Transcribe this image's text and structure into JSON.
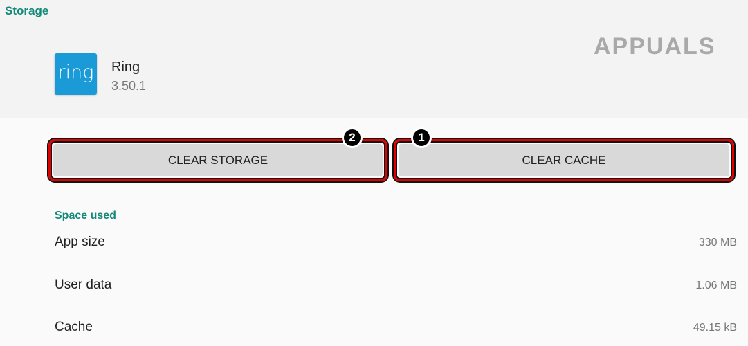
{
  "title": "Storage",
  "app": {
    "icon_text": "ring",
    "name": "Ring",
    "version": "3.50.1"
  },
  "watermark": "APPUALS",
  "buttons": [
    {
      "label": "CLEAR STORAGE",
      "badge": "2"
    },
    {
      "label": "CLEAR CACHE",
      "badge": "1"
    }
  ],
  "section": "Space used",
  "rows": [
    {
      "label": "App size",
      "value": "330 MB"
    },
    {
      "label": "User data",
      "value": "1.06 MB"
    },
    {
      "label": "Cache",
      "value": "49.15 kB"
    }
  ],
  "colors": {
    "accent": "#138a78",
    "highlight": "#e00000",
    "icon": "#1a9ad7"
  }
}
